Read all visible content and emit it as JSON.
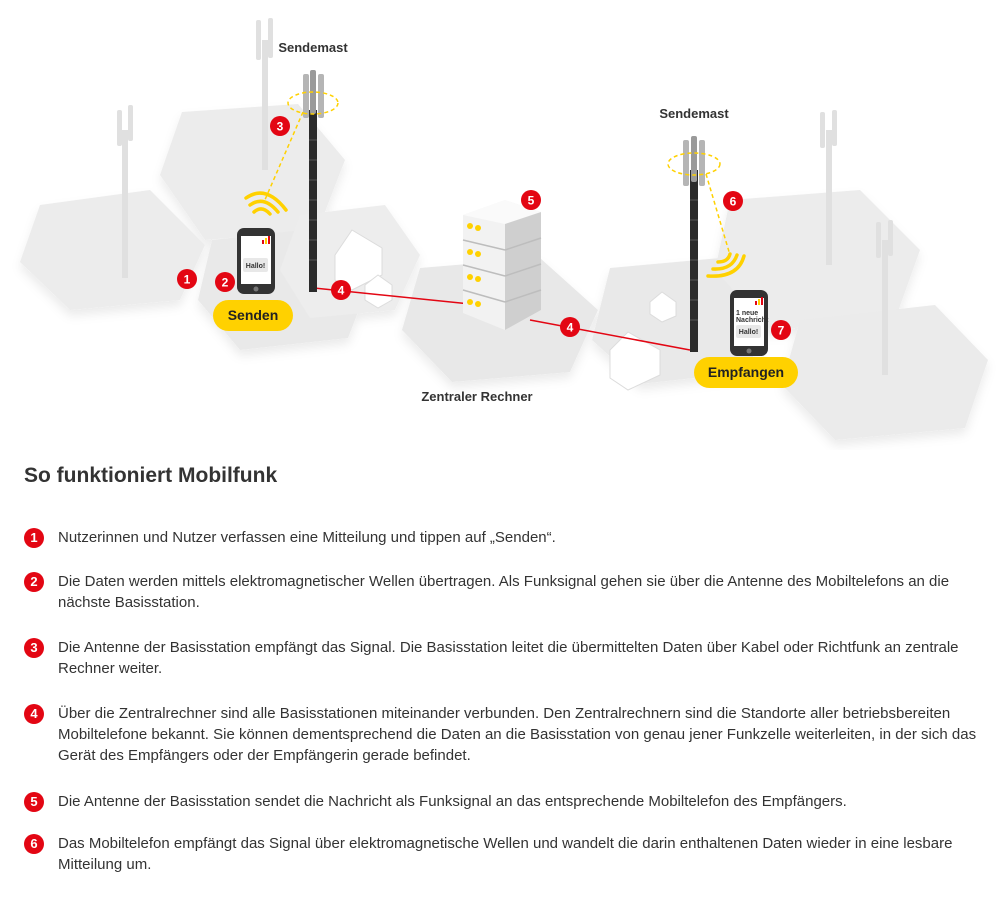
{
  "diagram": {
    "labels": {
      "tower_left": "Sendemast",
      "tower_right": "Sendemast",
      "server": "Zentraler Rechner"
    },
    "buttons": {
      "send": "Senden",
      "receive": "Empfangen"
    },
    "phone_left": {
      "message": "Hallo!"
    },
    "phone_right": {
      "notice_line1": "1 neue",
      "notice_line2": "Nachricht",
      "message": "Hallo!"
    },
    "markers": [
      "1",
      "2",
      "3",
      "4",
      "4",
      "5",
      "6",
      "7"
    ],
    "colors": {
      "accent_red": "#e30613",
      "accent_yellow": "#ffd100",
      "tile": "#ebebeb",
      "mast": "#2b2b2b"
    }
  },
  "info": {
    "heading": "So funktioniert Mobilfunk",
    "steps": [
      {
        "num": "1",
        "text": "Nutzerinnen und Nutzer verfassen eine Mitteilung und tippen auf „Senden“."
      },
      {
        "num": "2",
        "text": "Die Daten werden mittels elektromagnetischer Wellen übertragen. Als Funksignal gehen sie über die Antenne des Mobiltelefons an die nächste Basisstation."
      },
      {
        "num": "3",
        "text": "Die Antenne der Basisstation empfängt das Signal. Die Basisstation leitet die übermittelten Daten über Kabel oder Richtfunk an zentrale Rechner weiter."
      },
      {
        "num": "4",
        "text": "Über die Zentralrechner sind alle Basisstationen miteinander verbunden. Den Zentralrechnern sind die Standorte aller betriebsbereiten Mobiltelefone bekannt. Sie können dementsprechend die Daten an die Basisstation von genau jener Funkzelle weiterleiten, in der sich das Gerät des Empfängers oder der Empfängerin gerade befindet."
      },
      {
        "num": "5",
        "text": "Die Antenne der Basisstation sendet die Nachricht als Funksignal an das entsprechende Mobiltelefon des Empfängers."
      },
      {
        "num": "6",
        "text": "Das Mobiltelefon empfängt das Signal über elektromagnetische Wellen und wandelt die darin enthaltenen Daten wieder in eine lesbare Mitteilung um."
      }
    ]
  }
}
